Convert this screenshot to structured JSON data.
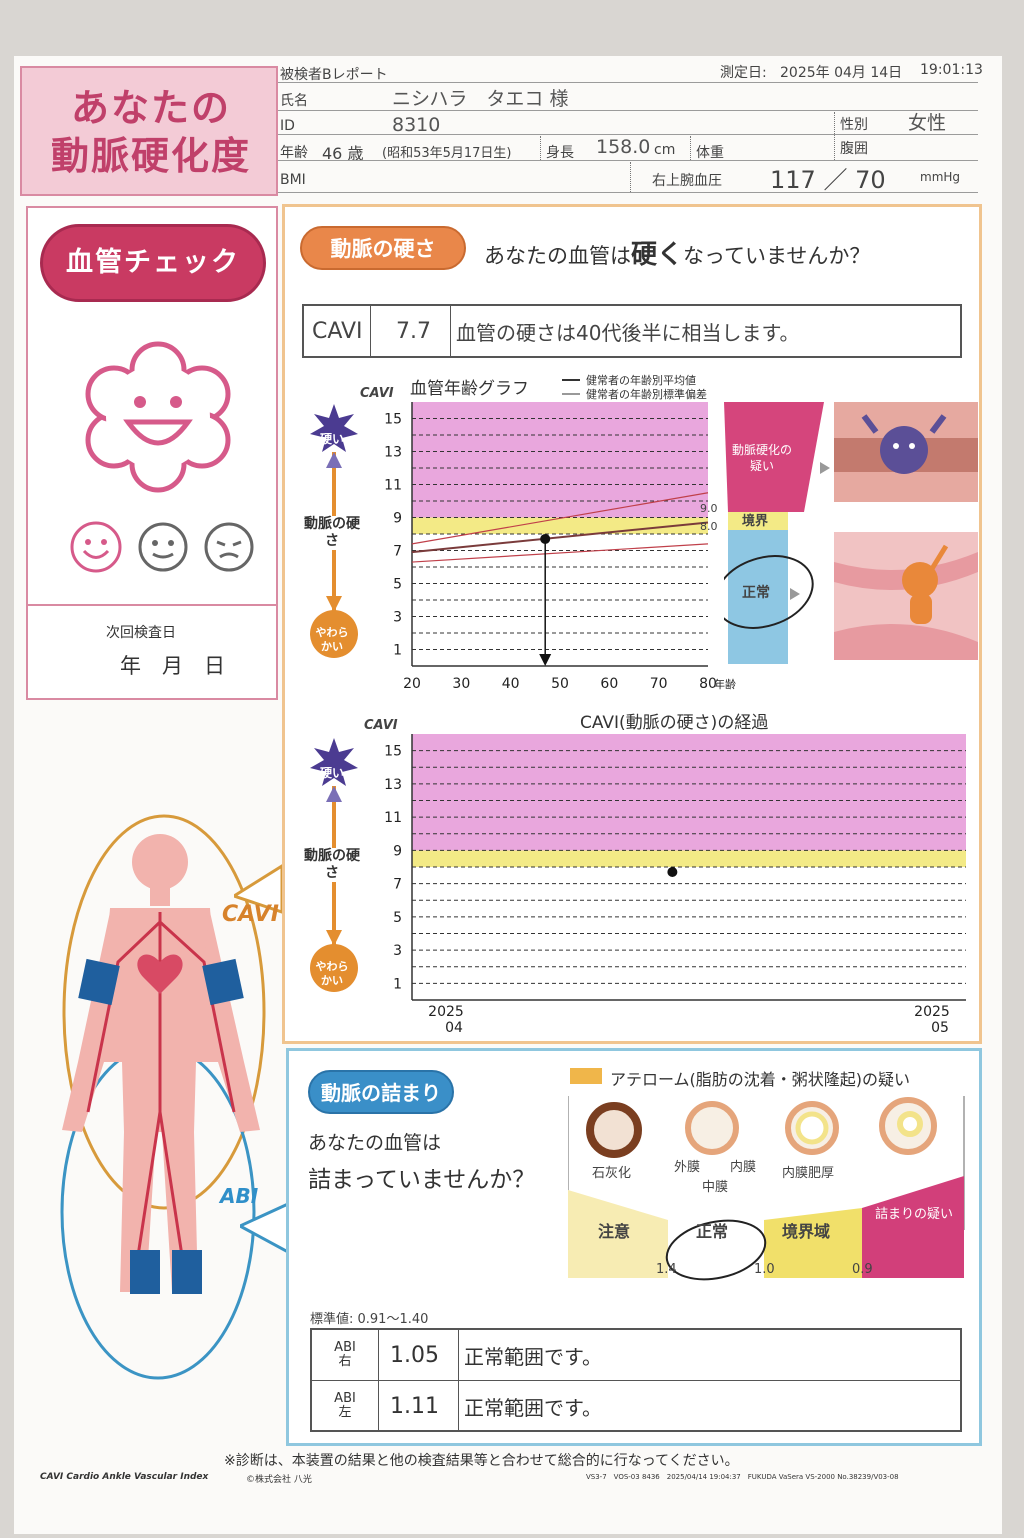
{
  "header": {
    "title_line1": "あなたの",
    "title_line2": "動脈硬化度",
    "report_type": "被検者Bレポート",
    "measure_date_label": "測定日:",
    "measure_date": "2025年 04月 14日",
    "measure_time": "19:01:13",
    "name_label": "氏名",
    "name": "ニシハラ　タエコ 様",
    "id_label": "ID",
    "id": "8310",
    "sex_label": "性別",
    "sex": "女性",
    "age_label": "年齢",
    "age": "46 歳",
    "birth": "(昭和53年5月17日生)",
    "height_label": "身長",
    "height": "158.0",
    "height_unit": "cm",
    "weight_label": "体重",
    "waist_label": "腹囲",
    "bmi_label": "BMI",
    "bp_label": "右上腕血圧",
    "bp": "117 ／ 70",
    "bp_unit": "mmHg"
  },
  "left_panel": {
    "check_label": "血管チェック",
    "next_exam_label": "次回検査日",
    "next_exam_date": "年　月　日",
    "body_cavi": "CAVI",
    "body_abi": "ABI"
  },
  "cavi_section": {
    "badge": "動脈の硬さ",
    "question_prefix": "あなたの血管は",
    "question_emph": "硬く",
    "question_suffix": "なっていませんか？",
    "table_label": "CAVI",
    "table_value": "7.7",
    "table_comment": "血管の硬さは40代後半に相当します。",
    "side_hard": "硬い",
    "side_axis": "動脈の硬さ",
    "side_soft": "やわらかい",
    "axis_name": "CAVI",
    "legend_1": "健常者の年齢別平均値",
    "legend_2": "健常者の年齢別標準偏差",
    "zone_suspect": "動脈硬化の疑い",
    "zone_border": "境界",
    "zone_normal": "正常",
    "line_90": "9.0",
    "line_80": "8.0",
    "x_unit": "年齢",
    "trend_x_start": "2025\n04",
    "trend_x_end": "2025\n05"
  },
  "chart_data": [
    {
      "type": "line",
      "title": "血管年齢グラフ",
      "ylabel": "CAVI",
      "xlabel": "年齢",
      "xlim": [
        20,
        80
      ],
      "ylim": [
        0,
        16
      ],
      "yticks": [
        1,
        3,
        5,
        7,
        9,
        11,
        13,
        15
      ],
      "xticks": [
        20,
        30,
        40,
        50,
        60,
        70,
        80
      ],
      "bands": [
        {
          "name": "境界",
          "from": 8.0,
          "to": 9.0,
          "color": "#f3ea86"
        },
        {
          "name": "動脈硬化の疑い",
          "from": 9.0,
          "to": 16,
          "color": "#e9a7dd"
        }
      ],
      "series": [
        {
          "name": "健常者の年齢別平均値",
          "x": [
            20,
            80
          ],
          "y": [
            6.9,
            8.7
          ],
          "color": "#7a3b3b"
        },
        {
          "name": "健常者の年齢別標準偏差",
          "x": [
            20,
            80
          ],
          "y": [
            7.4,
            10.5
          ],
          "color": "#c0404a"
        },
        {
          "name": "健常者の年齢別標準偏差",
          "x": [
            20,
            80
          ],
          "y": [
            6.3,
            7.4
          ],
          "color": "#c0404a"
        }
      ],
      "point": {
        "x": 47,
        "y": 7.7
      }
    },
    {
      "type": "scatter",
      "title": "CAVI(動脈の硬さ)の経過",
      "ylabel": "CAVI",
      "ylim": [
        0,
        16
      ],
      "yticks": [
        1,
        3,
        5,
        7,
        9,
        11,
        13,
        15
      ],
      "x_categories": [
        "2025 04",
        "2025 05"
      ],
      "bands": [
        {
          "name": "境界",
          "from": 8.0,
          "to": 9.0,
          "color": "#f3ea86"
        },
        {
          "name": "動脈硬化の疑い",
          "from": 9.0,
          "to": 16,
          "color": "#e9a7dd"
        }
      ],
      "points": [
        {
          "x": "2025 04",
          "y": 7.7
        }
      ]
    }
  ],
  "abi_section": {
    "badge": "動脈の詰まり",
    "question_line1": "あなたの血管は",
    "question_line2": "詰まっていませんか？",
    "athero_label": "アテローム(脂肪の沈着・粥状隆起)の疑い",
    "calc": "石灰化",
    "outer": "外膜",
    "middle": "中膜",
    "inner": "内膜",
    "inner_thick": "内膜肥厚",
    "zone_caution": "注意",
    "zone_normal": "正常",
    "zone_border": "境界域",
    "zone_block": "詰まりの疑い",
    "tick_14": "1.4",
    "tick_10": "1.0",
    "tick_09": "0.9",
    "standard": "標準値: 0.91〜1.40",
    "rows": [
      {
        "label": "ABI\n右",
        "value": "1.05",
        "comment": "正常範囲です。"
      },
      {
        "label": "ABI\n左",
        "value": "1.11",
        "comment": "正常範囲です。"
      }
    ]
  },
  "footer": {
    "note": "※診断は、本装置の結果と他の検査結果等と合わせて総合的に行なってください。",
    "brand": "CAVI Cardio Ankle Vascular Index",
    "maker": "©株式会社 八光",
    "device": "VS3-7　VOS-03 8436　2025/04/14 19:04:37　FUKUDA VaSera VS-2000 No.38239/V03-08"
  },
  "colors": {
    "pink_zone": "#e9a7dd",
    "yellow_zone": "#f3ea86",
    "normal_zone": "#8ec7e3",
    "accent_red": "#c93a62",
    "accent_orange": "#e9874a",
    "accent_blue": "#3a8fc8"
  }
}
